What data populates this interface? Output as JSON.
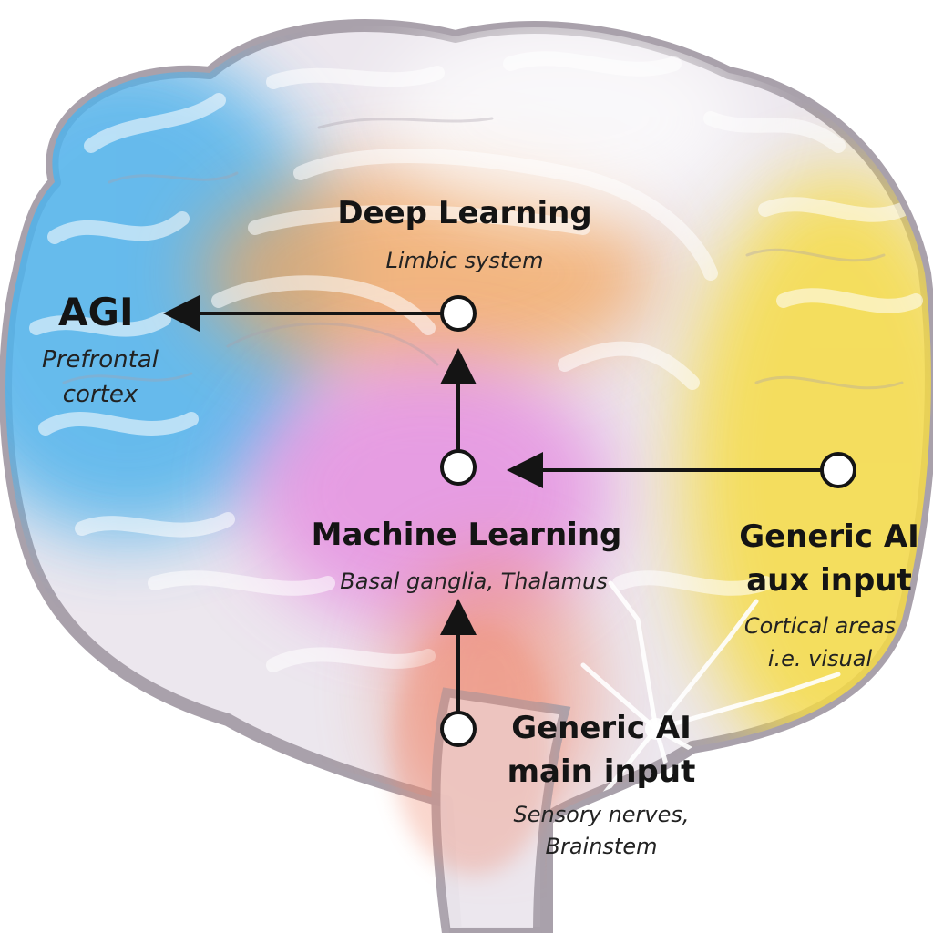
{
  "colors": {
    "brain_outline": "#a9a1ab",
    "brain_body": "#ece7ee",
    "prefrontal": "#4fb3ec",
    "limbic": "#f4a55c",
    "basal": "#e58be0",
    "cortical": "#f6dc45",
    "brainstem": "#f08a6f",
    "arrow": "#141414",
    "node_fill": "#ffffff"
  },
  "nodes": {
    "agi": {
      "title": "AGI",
      "subtitle_line1": "Prefrontal",
      "subtitle_line2": "cortex"
    },
    "deep_learning": {
      "title": "Deep Learning",
      "subtitle": "Limbic system"
    },
    "machine_learning": {
      "title": "Machine Learning",
      "subtitle": "Basal ganglia, Thalamus"
    },
    "aux_input": {
      "title_line1": "Generic AI",
      "title_line2": "aux input",
      "subtitle_line1": "Cortical areas",
      "subtitle_line2": "i.e. visual"
    },
    "main_input": {
      "title_line1": "Generic AI",
      "title_line2": "main input",
      "subtitle_line1": "Sensory nerves,",
      "subtitle_line2": "Brainstem"
    }
  },
  "icons": [
    "brain-illustration",
    "arrow-icon",
    "node-circle-icon",
    "neuron-icon"
  ]
}
